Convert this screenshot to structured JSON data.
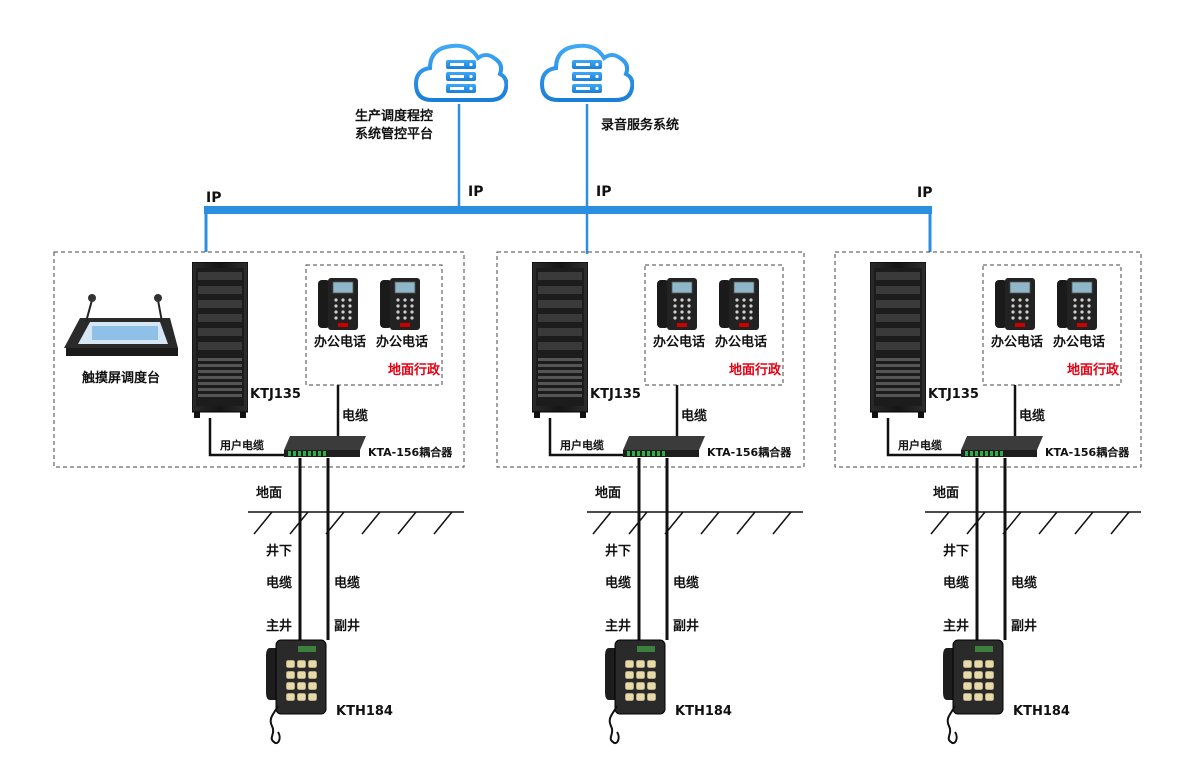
{
  "cloud_left": {
    "icon": "server-cloud-icon",
    "label_line1": "生产调度程控",
    "label_line2": "系统管控平台"
  },
  "cloud_right": {
    "icon": "server-cloud-icon",
    "label": "录音服务系统"
  },
  "network": {
    "ip_label": "IP",
    "color": "#2b8fe0"
  },
  "stations": [
    {
      "rack_label": "KTJ135",
      "console_label": "触摸屏调度台",
      "phones": [
        "办公电话",
        "办公电话"
      ],
      "admin_label": "地面行政",
      "cable_label": "电缆",
      "user_cable_label": "用户电缆",
      "coupler_label": "KTA-156耦合器",
      "ground_label": "地面",
      "underground_label": "井下",
      "left_cable_label": "电缆",
      "right_cable_label": "电缆",
      "main_shaft_label": "主井",
      "aux_shaft_label": "副井",
      "mine_phone_label": "KTH184"
    },
    {
      "rack_label": "KTJ135",
      "phones": [
        "办公电话",
        "办公电话"
      ],
      "admin_label": "地面行政",
      "cable_label": "电缆",
      "user_cable_label": "用户电缆",
      "coupler_label": "KTA-156耦合器",
      "ground_label": "地面",
      "underground_label": "井下",
      "left_cable_label": "电缆",
      "right_cable_label": "电缆",
      "main_shaft_label": "主井",
      "aux_shaft_label": "副井",
      "mine_phone_label": "KTH184"
    },
    {
      "rack_label": "KTJ135",
      "phones": [
        "办公电话",
        "办公电话"
      ],
      "admin_label": "地面行政",
      "cable_label": "电缆",
      "user_cable_label": "用户电缆",
      "coupler_label": "KTA-156耦合器",
      "ground_label": "地面",
      "underground_label": "井下",
      "left_cable_label": "电缆",
      "right_cable_label": "电缆",
      "main_shaft_label": "主井",
      "aux_shaft_label": "副井",
      "mine_phone_label": "KTH184"
    }
  ]
}
